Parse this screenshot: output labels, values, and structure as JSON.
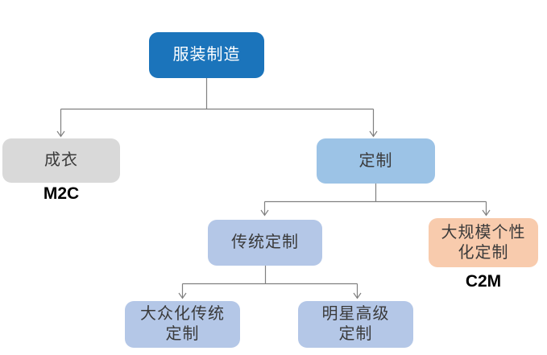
{
  "diagram_type": "tree-flowchart",
  "connector_color": "#808080",
  "nodes": {
    "root": {
      "label": "服装制造",
      "color": "#1B74BB",
      "text_color": "#FFFFFF"
    },
    "ready_to_wear": {
      "label": "成衣",
      "caption": "M2C",
      "color": "#D9D9D9"
    },
    "custom": {
      "label": "定制",
      "color": "#9CC3E6"
    },
    "traditional_custom": {
      "label": "传统定制",
      "color": "#B4C7E7"
    },
    "mass_personalized_custom": {
      "label": "大规模个性\n化定制",
      "caption": "C2M",
      "color": "#F8CBAD"
    },
    "mass_traditional_custom": {
      "label": "大众化传统\n定制",
      "color": "#B4C7E7"
    },
    "celebrity_haute_custom": {
      "label": "明星高级\n定制",
      "color": "#B4C7E7"
    }
  },
  "edges": [
    {
      "from": "服装制造",
      "to": "成衣"
    },
    {
      "from": "服装制造",
      "to": "定制"
    },
    {
      "from": "定制",
      "to": "传统定制"
    },
    {
      "from": "定制",
      "to": "大规模个性化定制"
    },
    {
      "from": "传统定制",
      "to": "大众化传统定制"
    },
    {
      "from": "传统定制",
      "to": "明星高级定制"
    }
  ]
}
